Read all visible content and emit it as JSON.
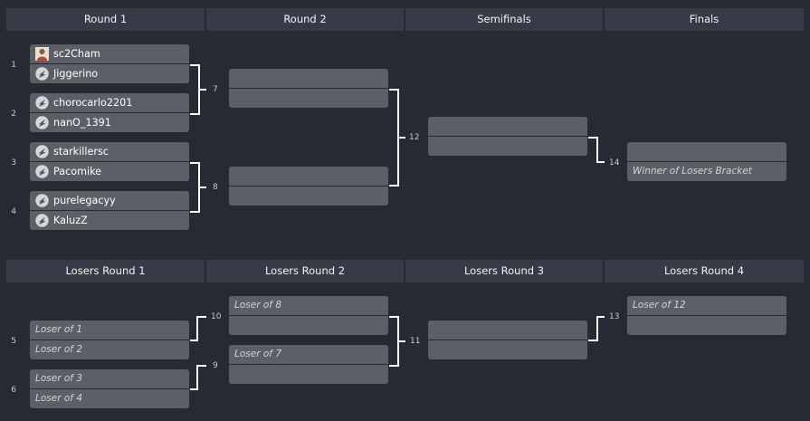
{
  "headers": {
    "upper": [
      "Round 1",
      "Round 2",
      "Semifinals",
      "Finals"
    ],
    "lower": [
      "Losers Round 1",
      "Losers Round 2",
      "Losers Round 3",
      "Losers Round 4"
    ]
  },
  "upper": {
    "round1": [
      {
        "seed": "1",
        "top": {
          "name": "sc2Cham",
          "icon": "avatar-photo-icon"
        },
        "bottom": {
          "name": "Jiggerino",
          "icon": "race-logo-icon"
        }
      },
      {
        "seed": "2",
        "top": {
          "name": "chorocarlo2201",
          "icon": "race-logo-icon"
        },
        "bottom": {
          "name": "nanO_1391",
          "icon": "race-logo-icon"
        }
      },
      {
        "seed": "3",
        "top": {
          "name": "starkillersc",
          "icon": "race-logo-icon"
        },
        "bottom": {
          "name": "Pacomike",
          "icon": "race-logo-icon"
        }
      },
      {
        "seed": "4",
        "top": {
          "name": "purelegacyy",
          "icon": "race-logo-icon"
        },
        "bottom": {
          "name": "KaluzZ",
          "icon": "race-logo-icon"
        }
      }
    ],
    "round2": [
      {
        "match": "7"
      },
      {
        "match": "8"
      }
    ],
    "semifinals": {
      "match": "12"
    },
    "finals": {
      "match": "14",
      "bottom": "Winner of Losers Bracket"
    }
  },
  "lower": {
    "round1": [
      {
        "seed": "5",
        "top": "Loser of 1",
        "bottom": "Loser of 2"
      },
      {
        "seed": "6",
        "top": "Loser of 3",
        "bottom": "Loser of 4"
      }
    ],
    "round2": [
      {
        "match": "10",
        "top": "Loser of 8"
      },
      {
        "match": "9",
        "top": "Loser of 7"
      }
    ],
    "round3": {
      "match": "11"
    },
    "round4": {
      "match": "13",
      "top": "Loser of 12"
    }
  },
  "colors": {
    "background": "#262a33",
    "header": "#363b47",
    "slot": "#5c5f66",
    "connector": "#ffffff"
  }
}
